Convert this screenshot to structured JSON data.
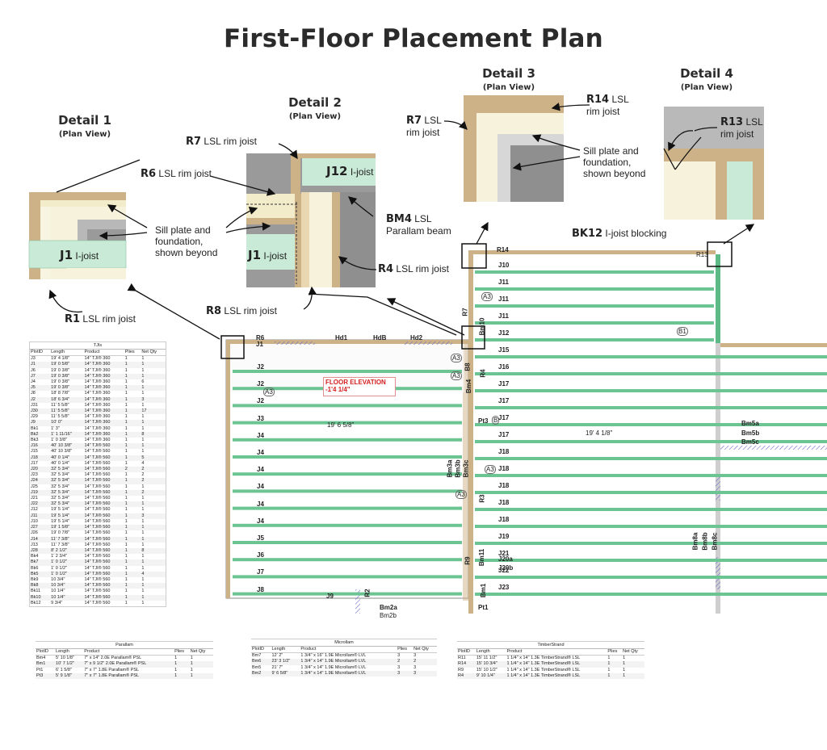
{
  "page": {
    "title": "First-Floor Placement Plan"
  },
  "details": [
    {
      "title": "Detail 1",
      "subtitle": "(Plan View)"
    },
    {
      "title": "Detail 2",
      "subtitle": "(Plan View)"
    },
    {
      "title": "Detail 3",
      "subtitle": "(Plan View)"
    },
    {
      "title": "Detail 4",
      "subtitle": "(Plan View)"
    }
  ],
  "labels": {
    "r6_code": "R6",
    "r6_text": "LSL rim joist",
    "sill1": "Sill plate and\nfoundation,\nshown beyond",
    "j1_code": "J1",
    "j1_text": "I-joist",
    "r1_code": "R1",
    "r1_text": "LSL rim joist",
    "r7_code": "R7",
    "r7_text": "LSL rim joist",
    "j12_code": "J12",
    "j12_text": "I-joist",
    "bm4_code": "BM4",
    "bm4_text": "LSL\nParallam beam",
    "j1b_code": "J1",
    "j1b_text": "I-joist",
    "r4_code": "R4",
    "r4_text": "LSL rim joist",
    "r8_code": "R8",
    "r8_text": "LSL rim joist",
    "r7b_code": "R7",
    "r7b_text": "LSL\nrim joist",
    "r14_code": "R14",
    "r14_text": "LSL\nrim joist",
    "sill3": "Sill plate and\nfoundation,\nshown beyond",
    "r13_code": "R13",
    "r13_text": "LSL\nrim joist",
    "bk12_code": "BK12",
    "bk12_text": "I-joist blocking"
  },
  "plan": {
    "note_line1": "FLOOR ELEVATION",
    "note_line2": "-1'4 1/4\"",
    "dim_left": "19' 6 5/8\"",
    "dim_right": "19' 4 1/8\"",
    "tags": {
      "R6": "R6",
      "J1": "J1",
      "Hd1": "Hd1",
      "HdB": "HdB",
      "Hd2": "Hd2",
      "R14": "R14",
      "R13": "R13",
      "R7": "R7",
      "Bm10": "Bm10",
      "R4": "R4",
      "R3": "R3",
      "Pt3": "Pt3",
      "Pt1": "Pt1",
      "Bm1": "Bm1",
      "Bm11": "Bm11",
      "B8": "B8",
      "Bm4": "Bm4",
      "R9": "R9",
      "Bm3a": "Bm3a",
      "Bm3b": "Bm3b",
      "Bm3c": "Bm3c",
      "Bm5a": "Bm5a",
      "Bm5b": "Bm5b",
      "Bm5c": "Bm5c",
      "Bm8a": "Bm8a",
      "Bm8b": "Bm8b",
      "Bm8c": "Bm8c",
      "Bm2a": "Bm2a",
      "Bm2b": "Bm2b",
      "J9": "J9",
      "R2": "R2",
      "A3": "A3",
      "B1": "B1",
      "B": "B",
      "J20a": "J20a",
      "J20b": "J20b"
    },
    "left_joists": [
      "J2",
      "J2",
      "J2",
      "J3",
      "J4",
      "J4",
      "J4",
      "J4",
      "J4",
      "J4",
      "J5",
      "J6",
      "J7",
      "J8"
    ],
    "right_joists": [
      "J10",
      "J11",
      "J11",
      "J11",
      "J12",
      "J15",
      "J16",
      "J17",
      "J17",
      "J17",
      "J17",
      "J18",
      "J18",
      "J18",
      "J18",
      "J18",
      "J19",
      "J21",
      "J22",
      "J23"
    ]
  },
  "tables": {
    "tjis": {
      "caption": "TJIs",
      "columns": [
        "PlotID",
        "Length",
        "Product",
        "Plies",
        "Net Qty"
      ],
      "rows": [
        [
          "J3",
          "19' 4 1/8\"",
          "14\" TJI® 360",
          "1",
          "1"
        ],
        [
          "J1",
          "19' 0 5/8\"",
          "14\" TJI® 360",
          "1",
          "1"
        ],
        [
          "J6",
          "19' 0 3/8\"",
          "14\" TJI® 360",
          "1",
          "1"
        ],
        [
          "J7",
          "19' 0 3/8\"",
          "14\" TJI® 360",
          "1",
          "1"
        ],
        [
          "J4",
          "19' 0 3/8\"",
          "14\" TJI® 360",
          "1",
          "6"
        ],
        [
          "J5",
          "19' 0 3/8\"",
          "14\" TJI® 360",
          "1",
          "1"
        ],
        [
          "J8",
          "18' 8 7/8\"",
          "14\" TJI® 360",
          "1",
          "1"
        ],
        [
          "J2",
          "18' 6 3/4\"",
          "14\" TJI® 360",
          "1",
          "3"
        ],
        [
          "J31",
          "11' 5 5/8\"",
          "14\" TJI® 360",
          "1",
          "1"
        ],
        [
          "J30",
          "11' 5 5/8\"",
          "14\" TJI® 360",
          "1",
          "17"
        ],
        [
          "J29",
          "11' 5 5/8\"",
          "14\" TJI® 360",
          "1",
          "1"
        ],
        [
          "J9",
          "10' 0\"",
          "14\" TJI® 360",
          "1",
          "1"
        ],
        [
          "Bk1",
          "1' 3\"",
          "14\" TJI® 360",
          "1",
          "1"
        ],
        [
          "Bk2",
          "1' 1 11/16\"",
          "14\" TJI® 360",
          "1",
          "8"
        ],
        [
          "Bk3",
          "1' 0 3/8\"",
          "14\" TJI® 360",
          "1",
          "1"
        ],
        [
          "J16",
          "40' 10 3/8\"",
          "14\" TJI® 560",
          "1",
          "1"
        ],
        [
          "J15",
          "40' 10 3/8\"",
          "14\" TJI® 560",
          "1",
          "1"
        ],
        [
          "J18",
          "40' 0 1/4\"",
          "14\" TJI® 560",
          "1",
          "5"
        ],
        [
          "J17",
          "40' 0 1/4\"",
          "14\" TJI® 560",
          "1",
          "4"
        ],
        [
          "J20",
          "32' 5 3/4\"",
          "14\" TJI® 560",
          "2",
          "2"
        ],
        [
          "J23",
          "32' 5 3/4\"",
          "14\" TJI® 560",
          "1",
          "2"
        ],
        [
          "J24",
          "32' 5 3/4\"",
          "14\" TJI® 560",
          "1",
          "2"
        ],
        [
          "J25",
          "32' 5 3/4\"",
          "14\" TJI® 560",
          "1",
          "1"
        ],
        [
          "J19",
          "32' 5 3/4\"",
          "14\" TJI® 560",
          "1",
          "2"
        ],
        [
          "J21",
          "32' 5 3/4\"",
          "14\" TJI® 560",
          "1",
          "1"
        ],
        [
          "J22",
          "32' 5 3/4\"",
          "14\" TJI® 560",
          "1",
          "1"
        ],
        [
          "J12",
          "19' 5 1/4\"",
          "14\" TJI® 560",
          "1",
          "1"
        ],
        [
          "J11",
          "19' 5 1/4\"",
          "14\" TJI® 560",
          "1",
          "3"
        ],
        [
          "J10",
          "19' 5 1/4\"",
          "14\" TJI® 560",
          "1",
          "1"
        ],
        [
          "J27",
          "19' 1 5/8\"",
          "14\" TJI® 560",
          "1",
          "1"
        ],
        [
          "J26",
          "19' 0 7/8\"",
          "14\" TJI® 560",
          "1",
          "1"
        ],
        [
          "J14",
          "11' 7 3/8\"",
          "14\" TJI® 560",
          "1",
          "1"
        ],
        [
          "J13",
          "11' 7 3/8\"",
          "14\" TJI® 560",
          "1",
          "1"
        ],
        [
          "J28",
          "8' 2 1/2\"",
          "14\" TJI® 560",
          "1",
          "8"
        ],
        [
          "Bk4",
          "1' 2 3/4\"",
          "14\" TJI® 560",
          "1",
          "1"
        ],
        [
          "Bk7",
          "1' 0 1/2\"",
          "14\" TJI® 560",
          "1",
          "1"
        ],
        [
          "Bk6",
          "1' 0 1/2\"",
          "14\" TJI® 560",
          "1",
          "1"
        ],
        [
          "Bk5",
          "1' 0 1/2\"",
          "14\" TJI® 560",
          "1",
          "4"
        ],
        [
          "Bk9",
          "10 3/4\"",
          "14\" TJI® 560",
          "1",
          "1"
        ],
        [
          "Bk8",
          "10 3/4\"",
          "14\" TJI® 560",
          "1",
          "1"
        ],
        [
          "Bk11",
          "10 1/4\"",
          "14\" TJI® 560",
          "1",
          "1"
        ],
        [
          "Bk10",
          "10 1/4\"",
          "14\" TJI® 560",
          "1",
          "1"
        ],
        [
          "Bk12",
          "9 3/4\"",
          "14\" TJI® 560",
          "1",
          "1"
        ]
      ]
    },
    "parallam": {
      "caption": "Parallam",
      "columns": [
        "PlotID",
        "Length",
        "Product",
        "Plies",
        "Net Qty"
      ],
      "rows": [
        [
          "Bm4",
          "5' 10 1/8\"",
          "7\" x 14\" 2.0E Parallam® PSL",
          "1",
          "1"
        ],
        [
          "Bm1",
          "10' 7 1/2\"",
          "7\" x 9 1/2\" 2.0E Parallam® PSL",
          "1",
          "1"
        ],
        [
          "Pt1",
          "6' 1 5/8\"",
          "7\" x 7\" 1.8E Parallam® PSL",
          "1",
          "1"
        ],
        [
          "Pt3",
          "5' 9 1/8\"",
          "7\" x 7\" 1.8E Parallam® PSL",
          "1",
          "1"
        ]
      ]
    },
    "microllam": {
      "caption": "Microllam",
      "columns": [
        "PlotID",
        "Length",
        "Product",
        "Plies",
        "Net Qty"
      ],
      "rows": [
        [
          "Bm7",
          "12' 2\"",
          "1 3/4\" x 16\" 1.9E Microllam® LVL",
          "3",
          "3"
        ],
        [
          "Bm6",
          "23' 3 1/2\"",
          "1 3/4\" x 14\" 1.9E Microllam® LVL",
          "2",
          "2"
        ],
        [
          "Bm5",
          "21' 7\"",
          "1 3/4\" x 14\" 1.9E Microllam® LVL",
          "3",
          "3"
        ],
        [
          "Bm2",
          "9' 6 5/8\"",
          "1 3/4\" x 14\" 1.9E Microllam® LVL",
          "3",
          "3"
        ]
      ]
    },
    "timberstrand": {
      "caption": "TimberStrand",
      "columns": [
        "PlotID",
        "Length",
        "Product",
        "Plies",
        "Net Qty"
      ],
      "rows": [
        [
          "R11",
          "15' 11 1/2\"",
          "1 1/4\" x 14\" 1.3E TimberStrand® LSL",
          "1",
          "1"
        ],
        [
          "R14",
          "15' 10 3/4\"",
          "1 1/4\" x 14\" 1.3E TimberStrand® LSL",
          "1",
          "1"
        ],
        [
          "R9",
          "15' 10 1/2\"",
          "1 1/4\" x 14\" 1.3E TimberStrand® LSL",
          "1",
          "1"
        ],
        [
          "R4",
          "9' 10 1/4\"",
          "1 1/4\" x 14\" 1.3E TimberStrand® LSL",
          "1",
          "1"
        ]
      ]
    }
  }
}
